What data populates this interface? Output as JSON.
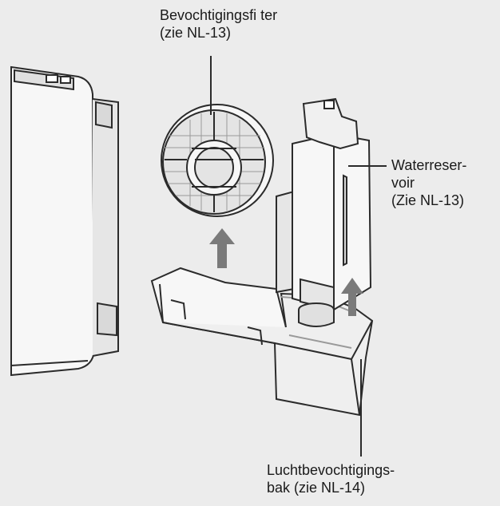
{
  "labels": {
    "filter": {
      "line1": "Bevochtigingsfi ter",
      "line2": "(zie NL-13)"
    },
    "reservoir": {
      "line1": "Waterreser-",
      "line2": "voir",
      "line3": "(Zie NL-13)"
    },
    "tray": {
      "line1": "Luchtbevochtigings-",
      "line2": "bak (zie NL-14)"
    }
  },
  "colors": {
    "background": "#ececec",
    "outline": "#2b2b2b",
    "arrow": "#7a7a7a",
    "part_fill": "#f7f7f7",
    "shade": "#d9d9d9"
  }
}
